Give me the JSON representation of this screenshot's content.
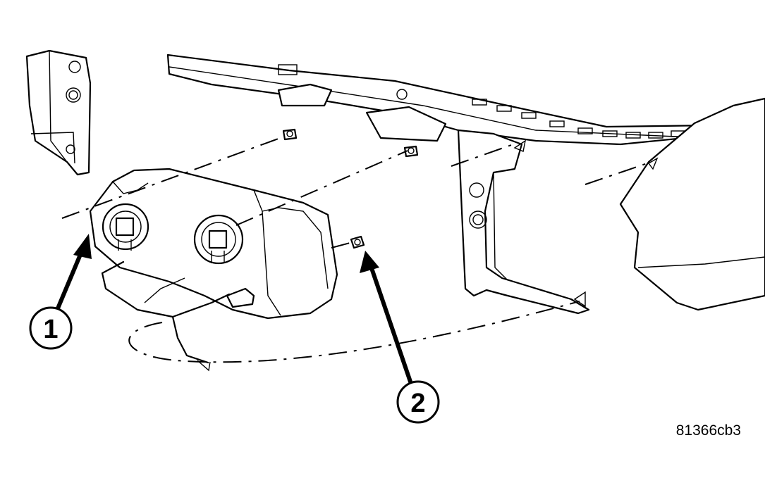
{
  "diagram": {
    "callouts": [
      {
        "id": "1",
        "label": "1"
      },
      {
        "id": "2",
        "label": "2"
      }
    ],
    "reference_code": "81366cb3"
  }
}
